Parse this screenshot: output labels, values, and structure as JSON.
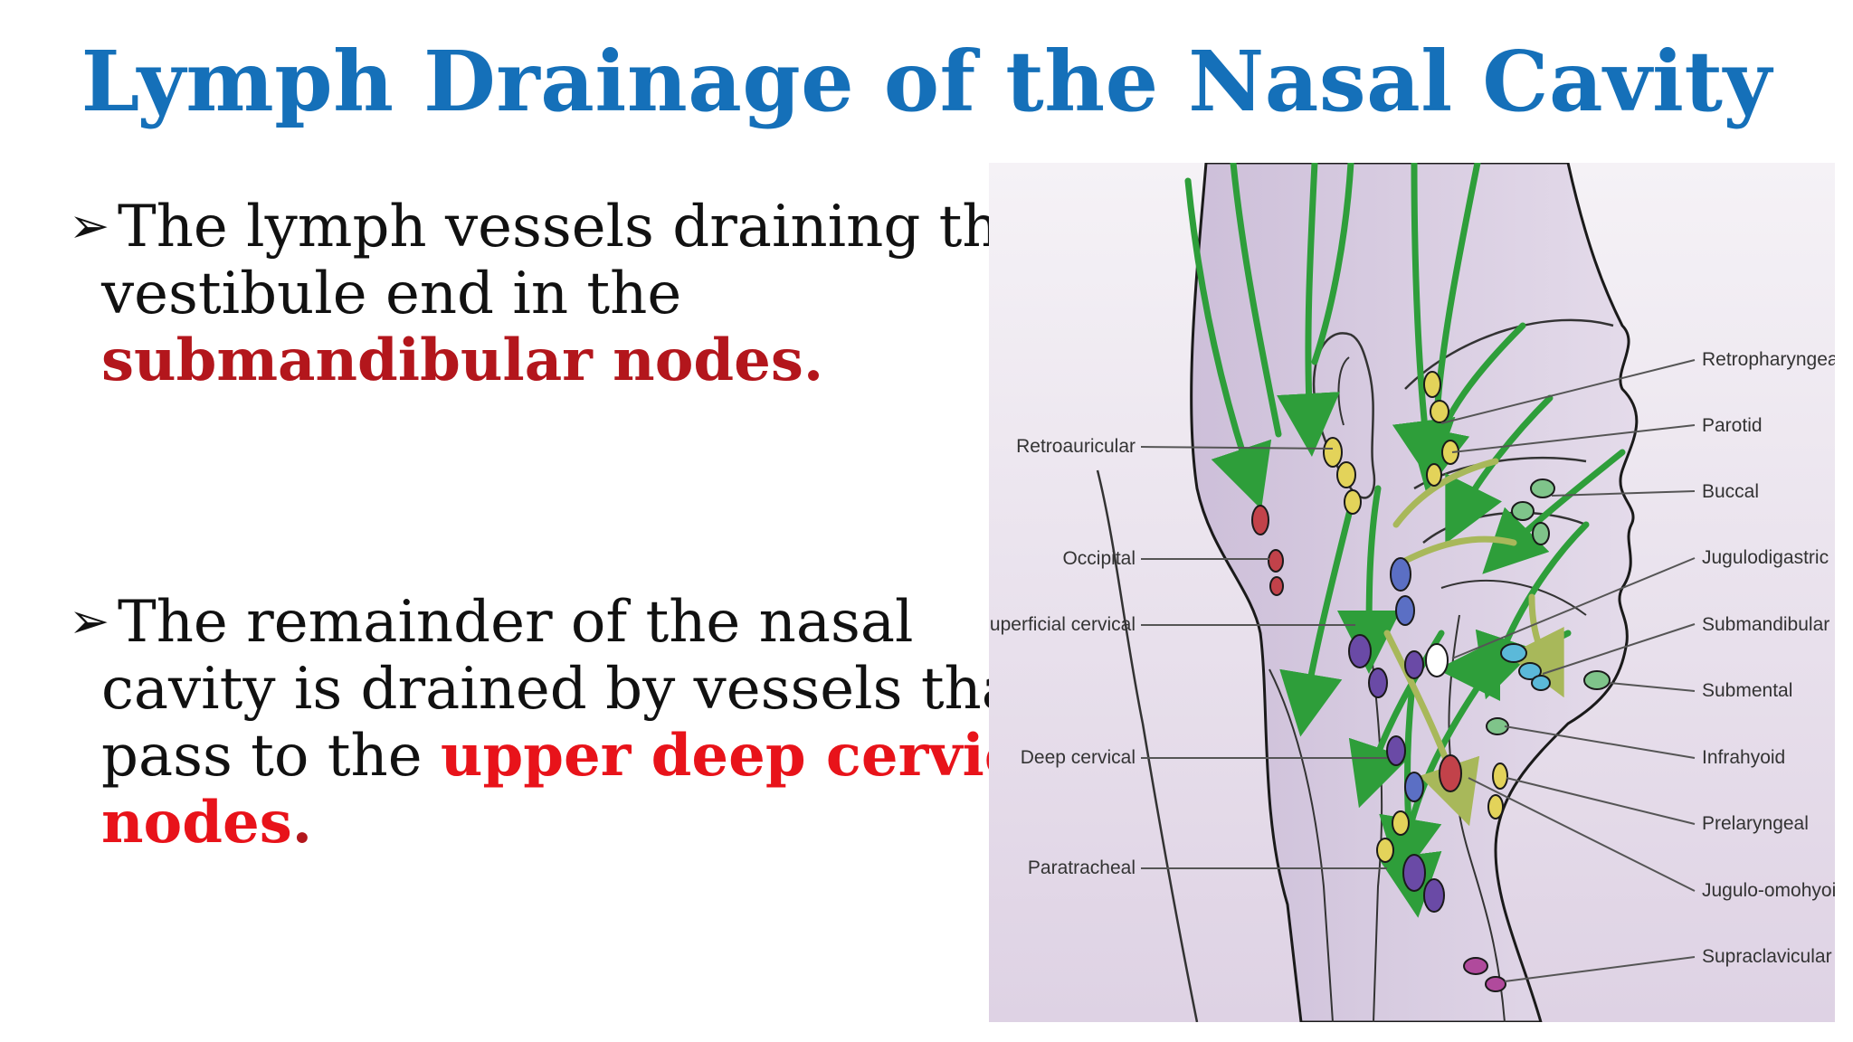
{
  "slide": {
    "title": "Lymph Drainage of the Nasal Cavity",
    "bullet_glyph": "➢",
    "bullets": [
      {
        "lines": [
          "The lymph vessels draining the",
          "vestibule end in the"
        ],
        "highlight": "submandibular nodes.",
        "highlight_color": "#b3161c"
      },
      {
        "lines": [
          "The remainder of the nasal",
          "cavity is drained by vessels that",
          "pass to the"
        ],
        "highlight_inline": "upper deep cervical",
        "highlight_next": "nodes",
        "trailing": ".",
        "highlight_color": "#e8131a"
      }
    ]
  },
  "figure": {
    "left_labels": [
      "Retroauricular",
      "Occipital",
      "Superficial cervical",
      "Deep cervical",
      "Paratracheal"
    ],
    "right_labels": [
      "Retropharyngeal",
      "Parotid",
      "Buccal",
      "Jugulodigastric",
      "Submandibular",
      "Submental",
      "Infrahyoid",
      "Prelaryngeal",
      "Jugulo-omohyoid",
      "Supraclavicular"
    ],
    "colors": {
      "arrow": "#2e9e3a",
      "arrow_light": "#a8b85a",
      "skin": "#d9cde2",
      "outline": "#1a1a1a",
      "node_yellow": "#e3d35a",
      "node_blue": "#5b6fc4",
      "node_purple": "#6a4aa6",
      "node_red": "#c2424a",
      "node_green": "#7fc48a",
      "node_cyan": "#5bb9d9",
      "node_pink": "#b04a9c"
    }
  }
}
